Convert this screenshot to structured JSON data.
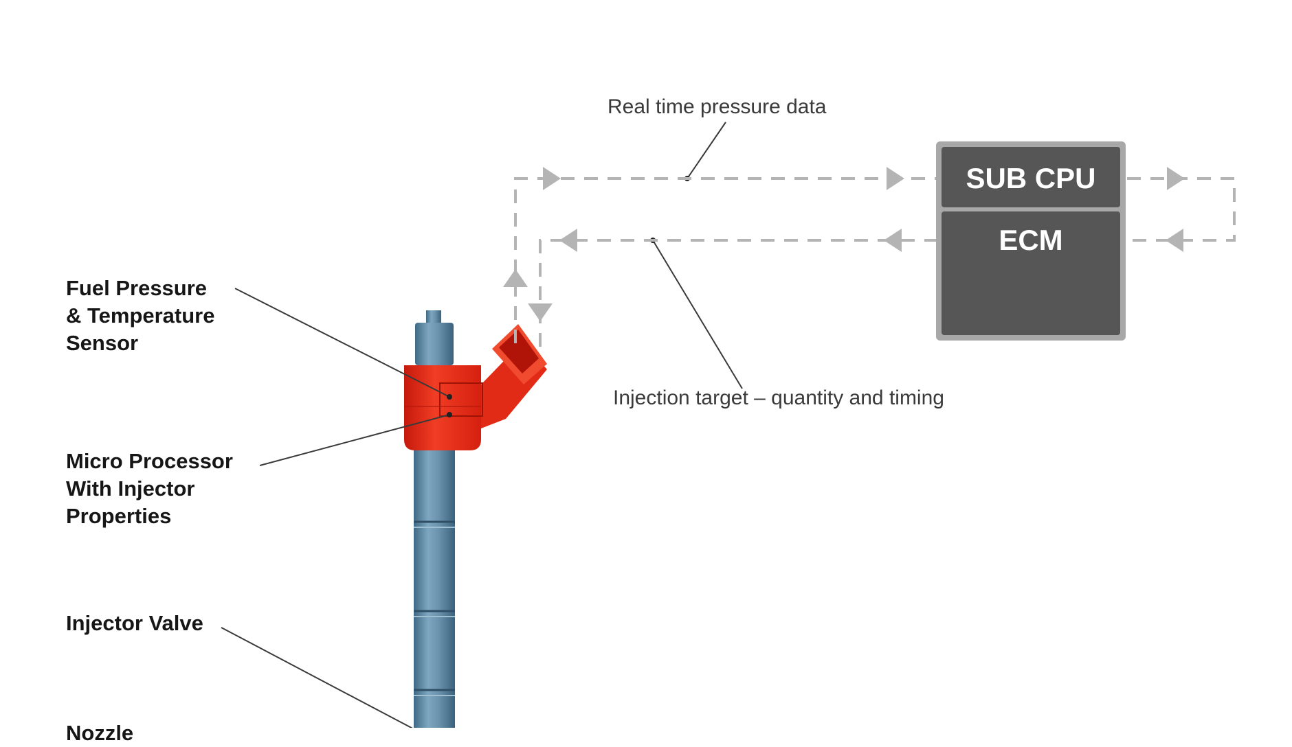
{
  "labels": {
    "fuel_sensor": [
      "Fuel Pressure",
      "& Temperature",
      "Sensor"
    ],
    "micro_processor": [
      "Micro Processor",
      "With Injector",
      "Properties"
    ],
    "injector_valve": "Injector Valve",
    "nozzle": "Nozzle"
  },
  "flow": {
    "pressure_data": "Real time pressure data",
    "injection_target": "Injection target – quantity and timing"
  },
  "units": {
    "sub_cpu": "SUB CPU",
    "ecm": "ECM"
  },
  "colors": {
    "injector_body": "#5f8aa6",
    "sensor_housing": "#ea2a17",
    "ecm_box": "#565656",
    "ecm_border": "#a8a8a8",
    "dashed_flow": "#b4b4b4"
  }
}
